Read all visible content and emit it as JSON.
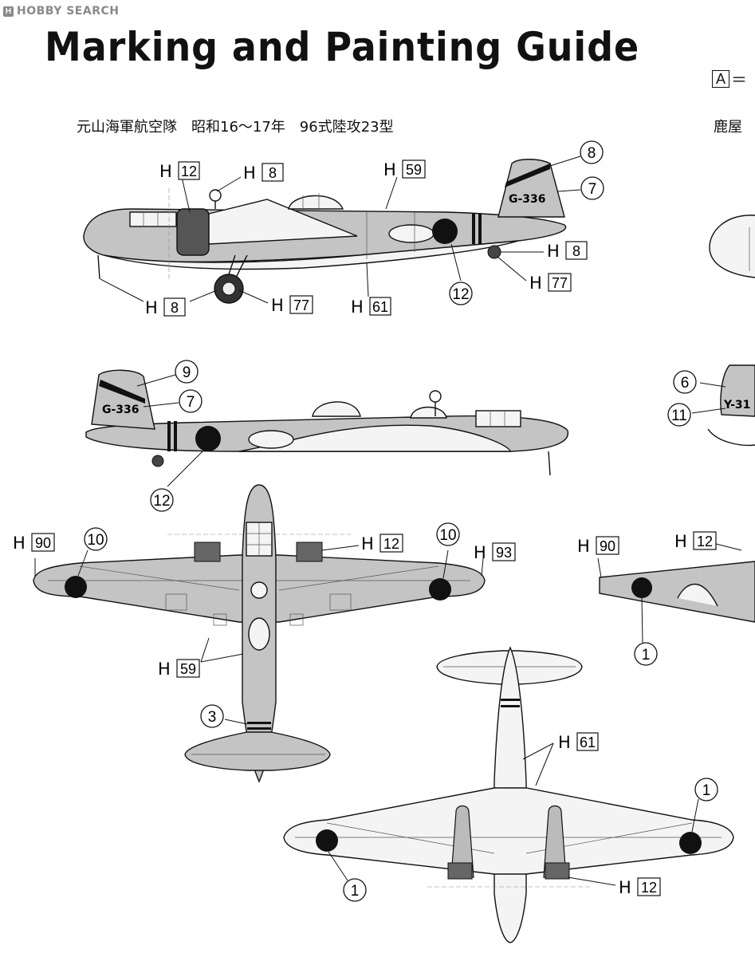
{
  "watermark": {
    "logo": "H",
    "text": "HOBBY SEARCH"
  },
  "title": "Marking and Painting Guide",
  "subtitle_left": "元山海軍航空隊　昭和16～17年　96式陸攻23型",
  "subtitle_right": "鹿屋",
  "legend_a": {
    "box": "A",
    "suffix": "＝"
  },
  "tail_codes": {
    "side_left": "G-336",
    "side_right": "G-336",
    "right_partial": "Y-31"
  },
  "labels": {
    "h12_top": {
      "letter": "H",
      "num": "12"
    },
    "h8_top": {
      "letter": "H",
      "num": "8"
    },
    "h59_top": {
      "letter": "H",
      "num": "59"
    },
    "c8": "8",
    "c7a": "7",
    "h8_tailwheel": {
      "letter": "H",
      "num": "8"
    },
    "h77_tail": {
      "letter": "H",
      "num": "77"
    },
    "c12a": "12",
    "h61_side": {
      "letter": "H",
      "num": "61"
    },
    "h77_main": {
      "letter": "H",
      "num": "77"
    },
    "h8_pitot": {
      "letter": "H",
      "num": "8"
    },
    "c9": "9",
    "c7b": "7",
    "c12b": "12",
    "c6": "6",
    "c11": "11",
    "h90_left": {
      "letter": "H",
      "num": "90"
    },
    "c10a": "10",
    "h12_plan": {
      "letter": "H",
      "num": "12"
    },
    "c10b": "10",
    "h93": {
      "letter": "H",
      "num": "93"
    },
    "h59_plan": {
      "letter": "H",
      "num": "59"
    },
    "c3": "3",
    "h90_right": {
      "letter": "H",
      "num": "90"
    },
    "h12_right": {
      "letter": "H",
      "num": "12"
    },
    "c1a": "1",
    "h61_under": {
      "letter": "H",
      "num": "61"
    },
    "c1b": "1",
    "c1c": "1",
    "h12_under": {
      "letter": "H",
      "num": "12"
    }
  }
}
